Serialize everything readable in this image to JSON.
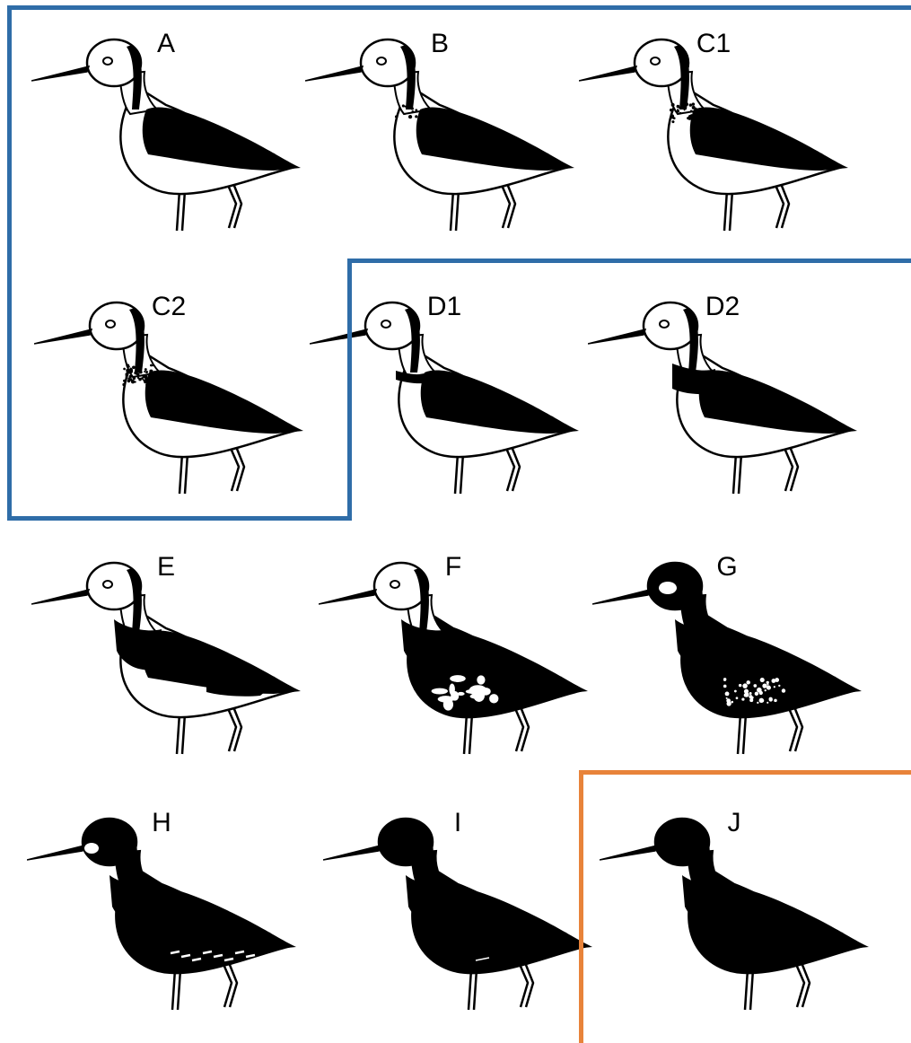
{
  "figure": {
    "panels": [
      {
        "label": "A",
        "dark_head": 0,
        "collar": "none",
        "belly": "white"
      },
      {
        "label": "B",
        "dark_head": 0,
        "collar": "light-speckle",
        "belly": "white"
      },
      {
        "label": "C1",
        "dark_head": 0,
        "collar": "speckled",
        "belly": "white"
      },
      {
        "label": "C2",
        "dark_head": 0,
        "collar": "heavy-speckle",
        "belly": "white"
      },
      {
        "label": "D1",
        "dark_head": 0,
        "collar": "narrow-band",
        "belly": "white"
      },
      {
        "label": "D2",
        "dark_head": 0,
        "collar": "broad-band",
        "belly": "white"
      },
      {
        "label": "E",
        "dark_head": 0,
        "collar": "black-breast",
        "belly": "white-flecked"
      },
      {
        "label": "F",
        "dark_head": 0.4,
        "collar": "black-breast",
        "belly": "black-blotched-white"
      },
      {
        "label": "G",
        "dark_head": 0.8,
        "collar": "black-breast",
        "belly": "black-speckled-white"
      },
      {
        "label": "H",
        "dark_head": 1,
        "collar": "black-breast",
        "belly": "black-white-streaks"
      },
      {
        "label": "I",
        "dark_head": 1,
        "collar": "black-breast",
        "belly": "black-trace"
      },
      {
        "label": "J",
        "dark_head": 1,
        "collar": "black-breast",
        "belly": "black"
      }
    ],
    "highlight_colors": {
      "blue": "#2f6da8",
      "orange": "#e8833a"
    }
  }
}
